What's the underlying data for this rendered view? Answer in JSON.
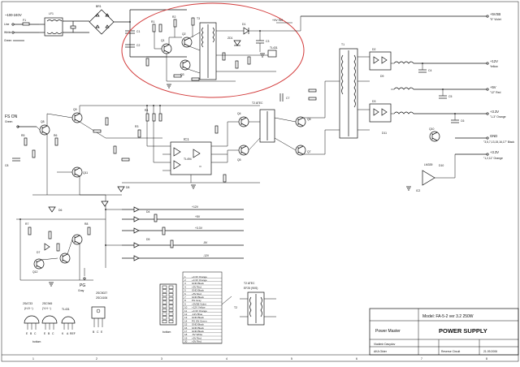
{
  "input": {
    "voltage": "~100-240V",
    "line": "Line",
    "neutral": "White",
    "ground": "Green"
  },
  "signals": {
    "fs_on": "FS ON",
    "fs_on_color": "Green",
    "pg": "PG",
    "pg_color": "Gray"
  },
  "rails": {
    "v5sb": "+5VSB",
    "v5sb_desc": "\"5\" Violet",
    "v12": "+12V",
    "v12_desc": "Yellow",
    "v5": "+5V",
    "v5_desc": "\"12\" Red",
    "v33": "+3.3V",
    "v33_desc": "\"1-3\" Orange",
    "vn5": "-5V",
    "vn12": "-12V",
    "gnd": "GND",
    "gnd_desc": "\"3,5,7,13,15,16,17\" Black",
    "v33s": "+3.3V",
    "v33s_desc": "\"1,2,11\" Orange"
  },
  "bus_labels": {
    "b12": "+12V",
    "b5": "+5V",
    "b33": "+3.3V",
    "bn5": "-5V",
    "bn12": "-12V"
  },
  "parts": {
    "ic1": "IC1",
    "ic1_type": "TL494",
    "ic2": "IC2",
    "ic2_type": "LM339",
    "t1": "T1",
    "t2": "T2",
    "t3": "T3",
    "lf1": "LF1",
    "q1": "Q1",
    "q2": "Q2",
    "q3": "Q3",
    "q4": "Q4",
    "q5": "Q5",
    "q6": "Q6",
    "q7": "Q7",
    "q8": "Q8",
    "q9": "Q9",
    "q10": "Q10",
    "q11": "Q11",
    "q12": "Q12",
    "br1": "BR1",
    "d1": "D1",
    "d2": "D2",
    "d3": "D3",
    "d4": "D4",
    "d5": "D5",
    "d6": "D6",
    "d7": "D7",
    "d8": "D8",
    "d9": "D9",
    "d10": "D10",
    "d11": "D11",
    "r1": "R1",
    "r2": "R2",
    "r3": "R3",
    "r4": "R4",
    "r5": "R5",
    "r6": "R6",
    "r7": "R7",
    "r8": "R8",
    "c1": "C1",
    "c2": "C2",
    "c3": "C3",
    "c4": "C4",
    "c5": "C5",
    "c6": "C6",
    "c7": "C7",
    "c8": "C8",
    "f1": "F1",
    "tl431": "TL431",
    "vhv": "+HV Ref",
    "zd": "ZD1"
  },
  "legend": {
    "rows": [
      {
        "pin": "1",
        "name": "+3.3V Orange"
      },
      {
        "pin": "2",
        "name": "+3.3V Orange"
      },
      {
        "pin": "3",
        "name": "GND Black"
      },
      {
        "pin": "4",
        "name": "+5V Red"
      },
      {
        "pin": "5",
        "name": "GND Black"
      },
      {
        "pin": "6",
        "name": "+5V Red"
      },
      {
        "pin": "7",
        "name": "GND Black"
      },
      {
        "pin": "8",
        "name": "PG Gray"
      },
      {
        "pin": "9",
        "name": "+5VSB Violet"
      },
      {
        "pin": "10",
        "name": "+12V Yellow"
      },
      {
        "pin": "11",
        "name": "+3.3V Orange"
      },
      {
        "pin": "12",
        "name": "-12V Blue"
      },
      {
        "pin": "13",
        "name": "GND Black"
      },
      {
        "pin": "14",
        "name": "PS ON Green"
      },
      {
        "pin": "15",
        "name": "GND Black"
      },
      {
        "pin": "16",
        "name": "GND Black"
      },
      {
        "pin": "17",
        "name": "GND Black"
      },
      {
        "pin": "18",
        "name": "-5V White"
      },
      {
        "pin": "19",
        "name": "+5V Red"
      },
      {
        "pin": "20",
        "name": "+5V Red"
      }
    ],
    "bottom_label": "bottom"
  },
  "pinouts": {
    "a": "2SA733",
    "a2": "2SC945",
    "a_sub": "(H-9 ~)",
    "a_sub2": "(Y-H ~)",
    "b": "2SC5027",
    "b2": "2SC4106",
    "c": "TL431",
    "pins_ebc": [
      "E",
      "B",
      "C"
    ],
    "pins_tl": [
      "K",
      "A",
      "REF"
    ],
    "pins_bce": [
      "B",
      "C",
      "E"
    ],
    "bottom": "bottom"
  },
  "transformer": {
    "label": "T2 ATEC",
    "sub": "EF25 (90S)"
  },
  "title_block": {
    "company": "Power Master",
    "model": "Model: FA-5-2 ver 3.2 250W",
    "title": "POWER SUPPLY",
    "author": "Vladimir Davydov",
    "note": "AKA Okter",
    "doc": "Reverse Circuit",
    "date": "21.09.2006",
    "col_nums": [
      "1",
      "2",
      "3",
      "4",
      "5",
      "6",
      "7",
      "8"
    ]
  }
}
